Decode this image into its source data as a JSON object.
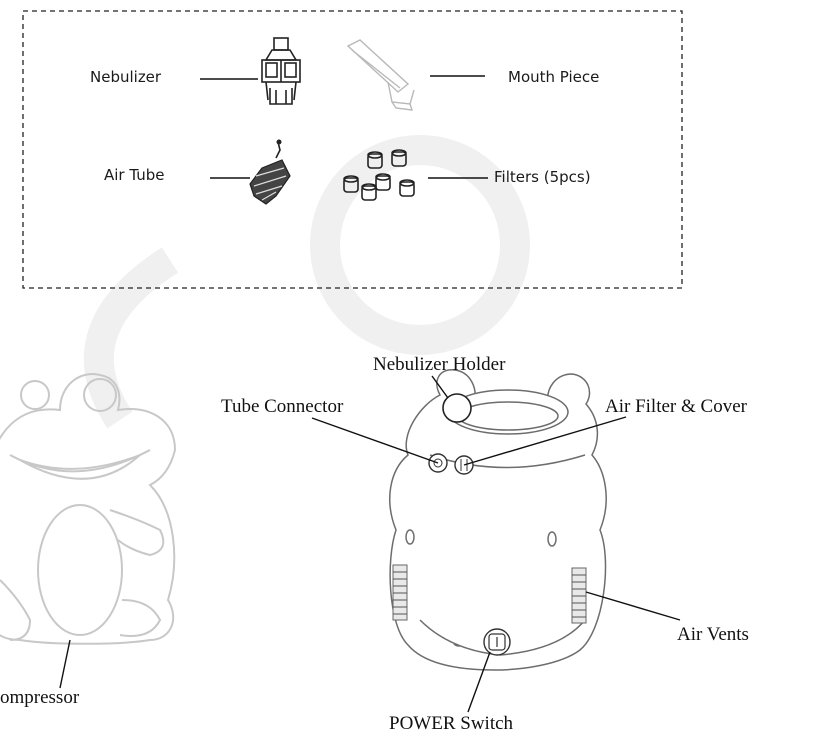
{
  "accessories": {
    "nebulizer": "Nebulizer",
    "mouth_piece": "Mouth Piece",
    "air_tube": "Air Tube",
    "filters": "Filters (5pcs)"
  },
  "compressor": {
    "nebulizer_holder": "Nebulizer Holder",
    "tube_connector": "Tube Connector",
    "air_filter_cover": "Air Filter & Cover",
    "air_vents": "Air Vents",
    "power_switch": "POWER Switch",
    "compressor_label": "ompressor"
  },
  "colors": {
    "line": "#111111",
    "outline": "#6d6d6d",
    "watermark": "#eeeeee"
  }
}
